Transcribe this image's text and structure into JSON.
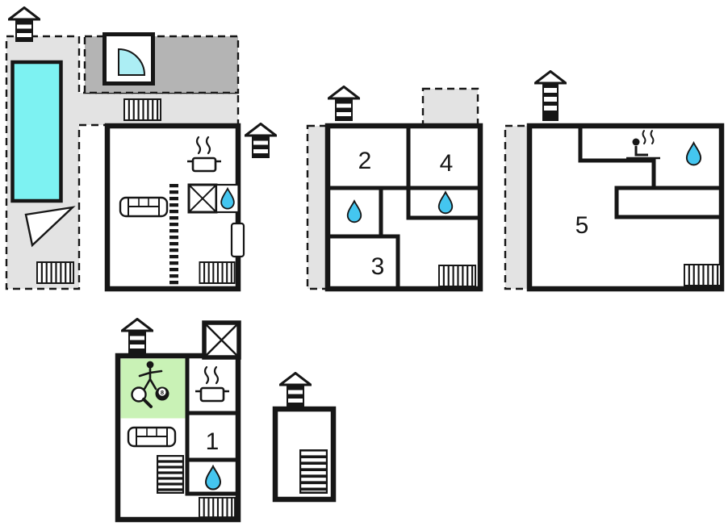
{
  "colors": {
    "wall": "#161616",
    "pool_water": "#7df2f2",
    "door_arc": "#aceef4",
    "water_drop": "#44c6f0",
    "terrace_light": "#e3e3e3",
    "terrace_dark": "#b4b4b4",
    "game_room_green": "#c9f2b6"
  },
  "rooms": [
    {
      "label": "1"
    },
    {
      "label": "2"
    },
    {
      "label": "3"
    },
    {
      "label": "4"
    },
    {
      "label": "5"
    }
  ],
  "billiard_ball_number": "8",
  "icons": {
    "entrance_marker": "house-roof-marker",
    "chimney_marker": "chimney-stack-marker",
    "stairs": "striped-stairs-block",
    "bathroom": "water-drop",
    "kitchen": "steaming-pot",
    "living_room": "sofa",
    "sauna": "person-with-steam",
    "shower": "crossed-square",
    "door": "door-swing-arc",
    "ladder": "rung-ladder",
    "game_room": "table-tennis-paddle-and-billiard-ball",
    "pool": "swimming-pool"
  }
}
